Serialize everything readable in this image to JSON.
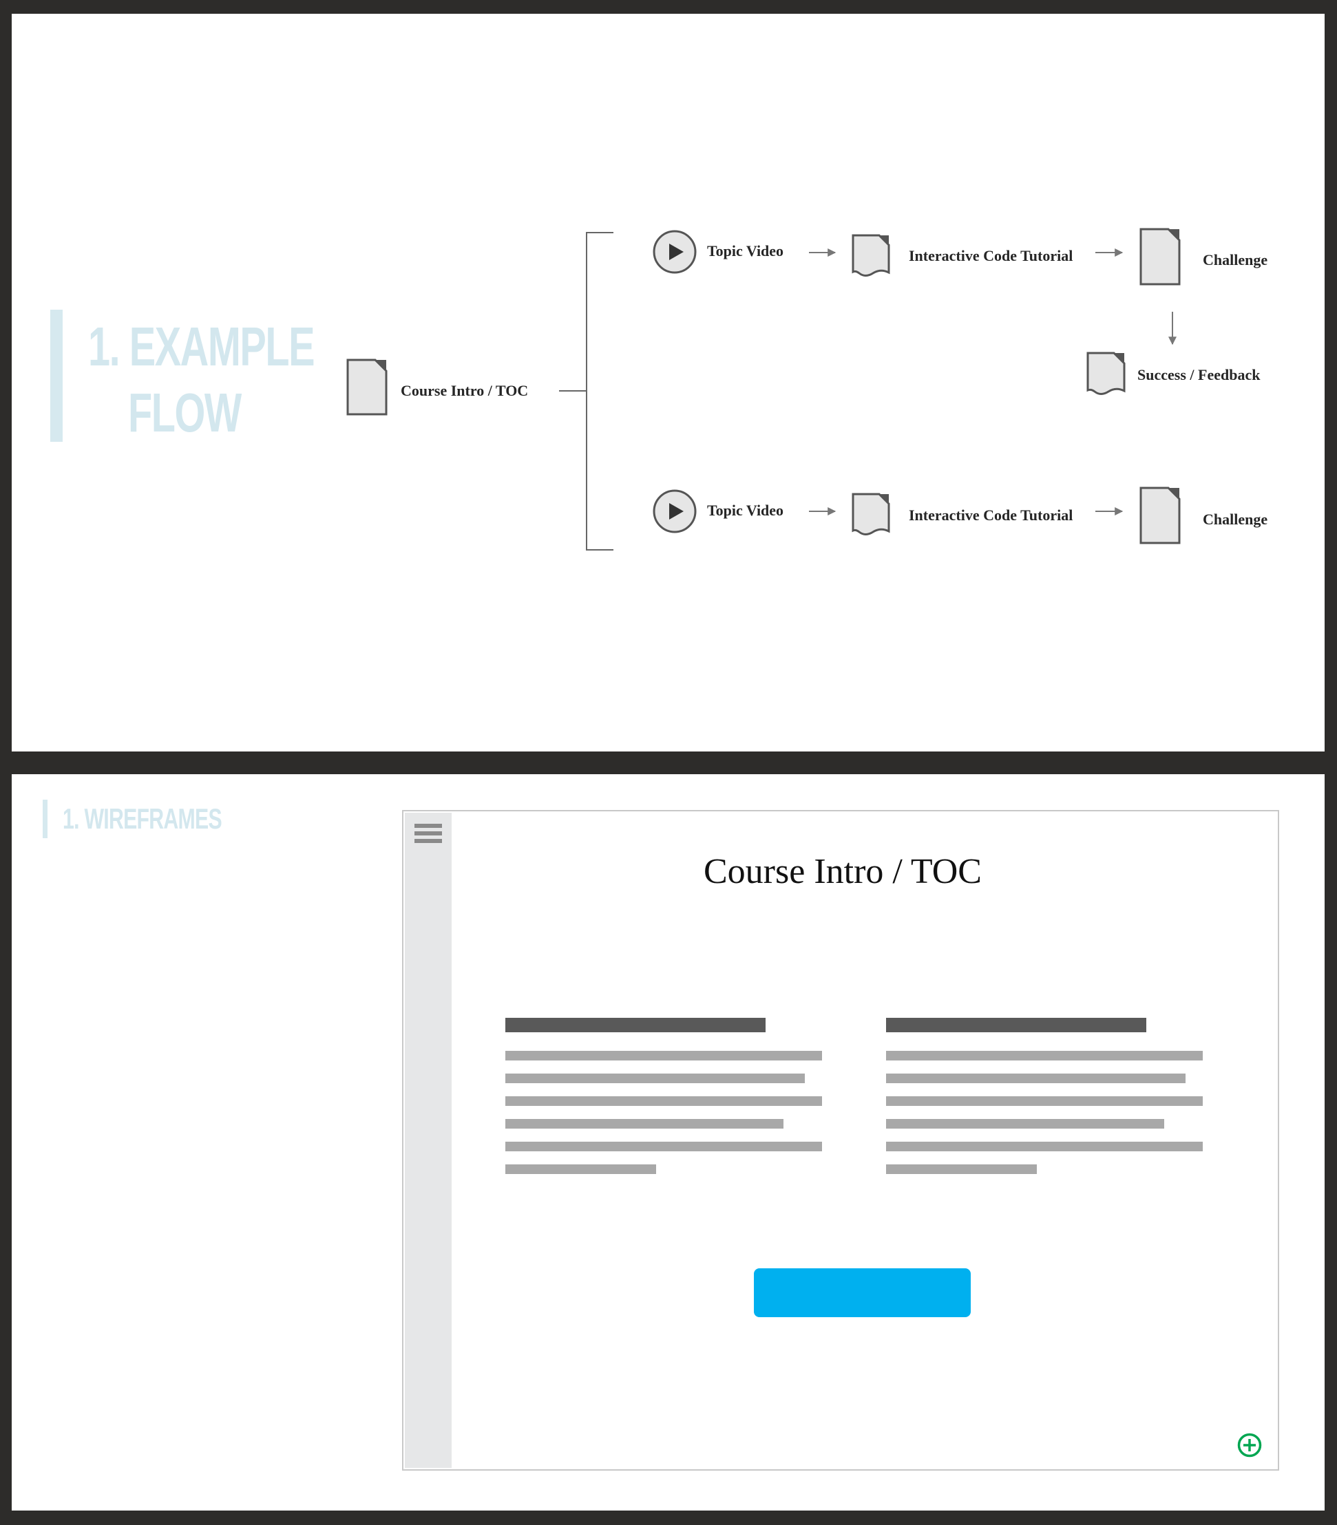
{
  "flow": {
    "section_title_line1": "1. EXAMPLE",
    "section_title_line2": "FLOW",
    "start_label": "Course Intro / TOC",
    "branch_top": {
      "video_label": "Topic Video",
      "tutorial_label": "Interactive Code Tutorial",
      "challenge_label": "Challenge",
      "feedback_label": "Success / Feedback"
    },
    "branch_bottom": {
      "video_label": "Topic Video",
      "tutorial_label": "Interactive Code Tutorial",
      "challenge_label": "Challenge"
    }
  },
  "wireframes": {
    "section_title": "1. WIREFRAMES",
    "screen_title": "Course Intro / TOC",
    "icons": {
      "menu": "hamburger-menu-icon",
      "add": "add-circle-icon"
    }
  },
  "colors": {
    "accent_pale": "#d3e7ee",
    "cta_blue": "#00b0ef",
    "add_green": "#00a651",
    "heading_bar": "#595959",
    "text_bar": "#a8a8a8"
  }
}
